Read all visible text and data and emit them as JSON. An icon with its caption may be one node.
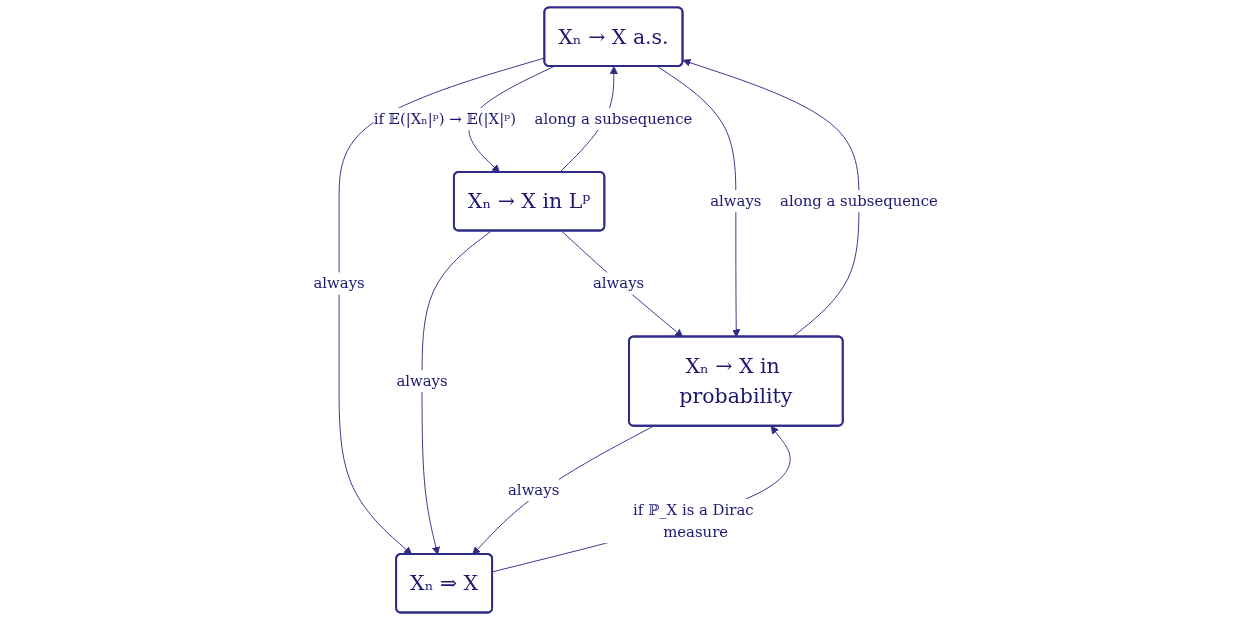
{
  "diagram": {
    "nodes": [
      {
        "text": [
          "Xₙ → X a.s."
        ]
      },
      {
        "text": [
          "Xₙ → X in Lᵖ"
        ]
      },
      {
        "text": [
          "Xₙ → X in probability"
        ]
      },
      {
        "text": [
          "Xₙ ⇒ X"
        ]
      }
    ],
    "edges": [
      {
        "from": 0,
        "to": 1,
        "arrow": "to",
        "label": "if 𝔼(|Xₙ|ᵖ) → 𝔼(|X|ᵖ)"
      },
      {
        "from": 1,
        "to": 0,
        "arrow": "to",
        "label": "along a subsequence"
      },
      {
        "from": 0,
        "to": 3,
        "arrow": "to",
        "label": "always"
      },
      {
        "from": 1,
        "to": 2,
        "arrow": "to",
        "label": "always"
      },
      {
        "from": 1,
        "to": 3,
        "arrow": "to",
        "label": "always"
      },
      {
        "from": 0,
        "to": 2,
        "arrow": "to",
        "label": "always"
      },
      {
        "from": 2,
        "to": 0,
        "arrow": "to",
        "label": "along a subsequence"
      },
      {
        "from": 3,
        "to": 2,
        "arrow": "to",
        "label": "if ℙ_X is a Dirac measure"
      },
      {
        "from": 2,
        "to": 3,
        "arrow": "to",
        "label": "always"
      }
    ]
  }
}
